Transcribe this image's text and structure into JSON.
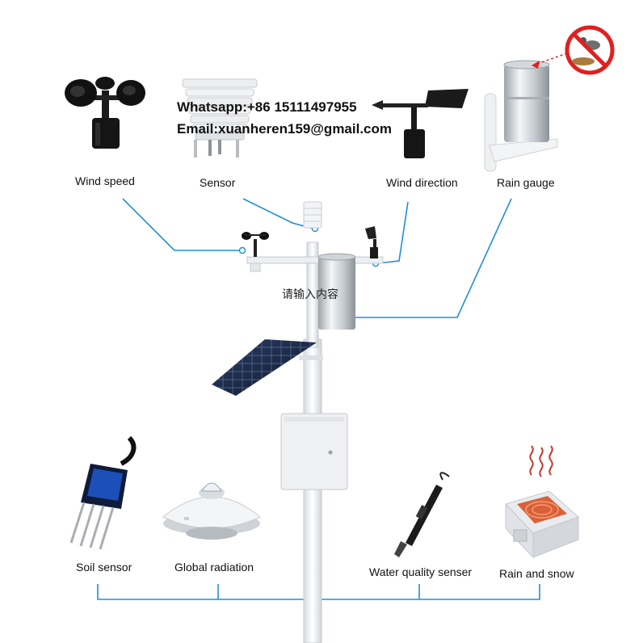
{
  "contact": {
    "whatsapp": "Whatsapp:+86 15111497955",
    "email": "Email:xuanheren159@gmail.com"
  },
  "labels": {
    "wind_speed": "Wind speed",
    "sensor": "Sensor",
    "wind_direction": "Wind direction",
    "rain_gauge": "Rain gauge",
    "soil_sensor": "Soil sensor",
    "global_radiation": "Global radiation",
    "water_quality": "Water quality senser",
    "rain_and_snow": "Rain and snow"
  },
  "center_text": "请输入内容",
  "colors": {
    "connector": "#1e8fd6",
    "no_bird_sign": "#e02020",
    "solar_panel": "#1b2a4a",
    "pole": "#e9ecef"
  },
  "icons": [
    "anemometer-icon",
    "radiation-shield-icon",
    "wind-vane-icon",
    "rain-gauge-icon",
    "no-bird-icon",
    "soil-probe-icon",
    "pyranometer-icon",
    "water-probe-icon",
    "rain-snow-sensor-icon",
    "weather-station-icon",
    "solar-panel-icon"
  ]
}
